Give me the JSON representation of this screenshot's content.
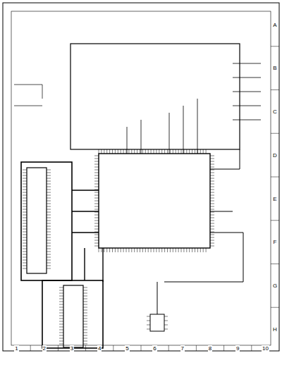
{
  "diagram": {
    "labels": [
      "1",
      "2",
      "3",
      "4",
      "5",
      "6",
      "7",
      "8",
      "9",
      "10",
      "A",
      "B",
      "C",
      "D",
      "E",
      "F",
      "G",
      "H"
    ]
  }
}
